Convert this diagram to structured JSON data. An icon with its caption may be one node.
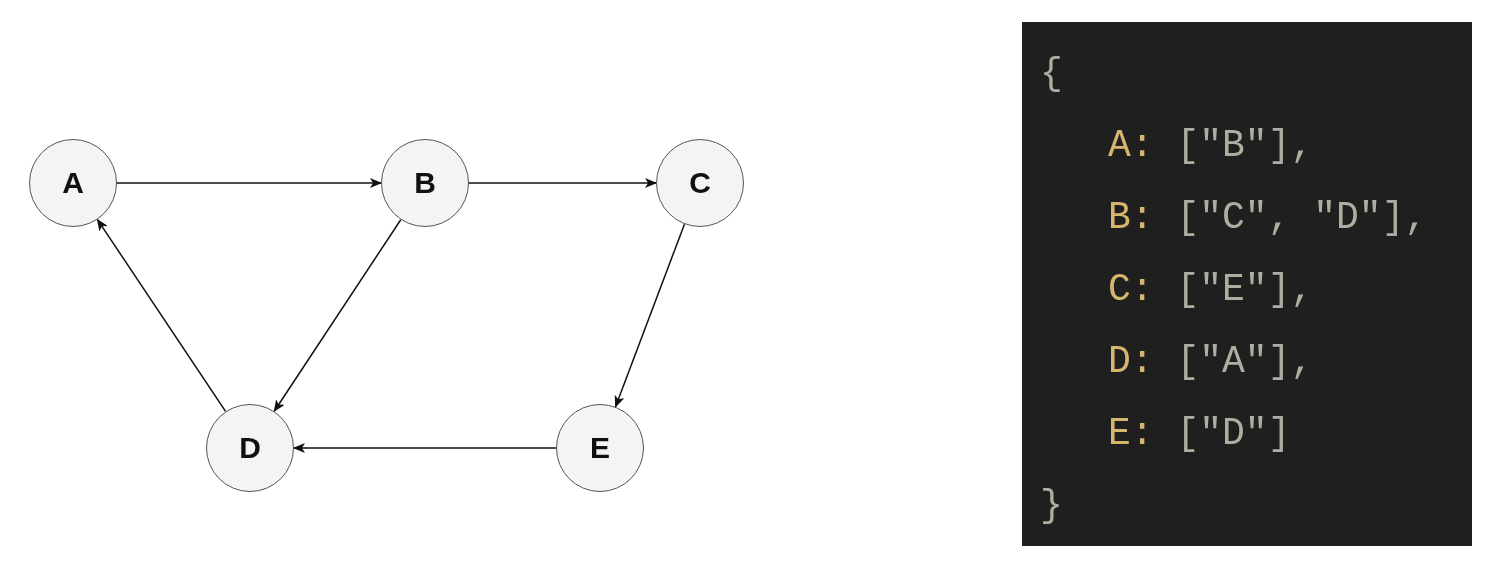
{
  "diagram": {
    "nodes": [
      {
        "text": [
          "A"
        ]
      },
      {
        "text": [
          "B"
        ]
      },
      {
        "text": [
          "C"
        ]
      },
      {
        "text": [
          "D"
        ]
      },
      {
        "text": [
          "E"
        ]
      }
    ],
    "edges": [
      {
        "from": 0,
        "to": 1,
        "arrow": "to"
      },
      {
        "from": 1,
        "to": 2,
        "arrow": "to"
      },
      {
        "from": 1,
        "to": 3,
        "arrow": "to"
      },
      {
        "from": 2,
        "to": 4,
        "arrow": "to"
      },
      {
        "from": 4,
        "to": 3,
        "arrow": "to"
      },
      {
        "from": 3,
        "to": 0,
        "arrow": "to"
      }
    ],
    "labels": [
      "{",
      "A: [\"B\"],",
      "B: [\"C\", \"D\"],",
      "C: [\"E\"],",
      "D: [\"A\"],",
      "E: [\"D\"]",
      "}"
    ]
  }
}
